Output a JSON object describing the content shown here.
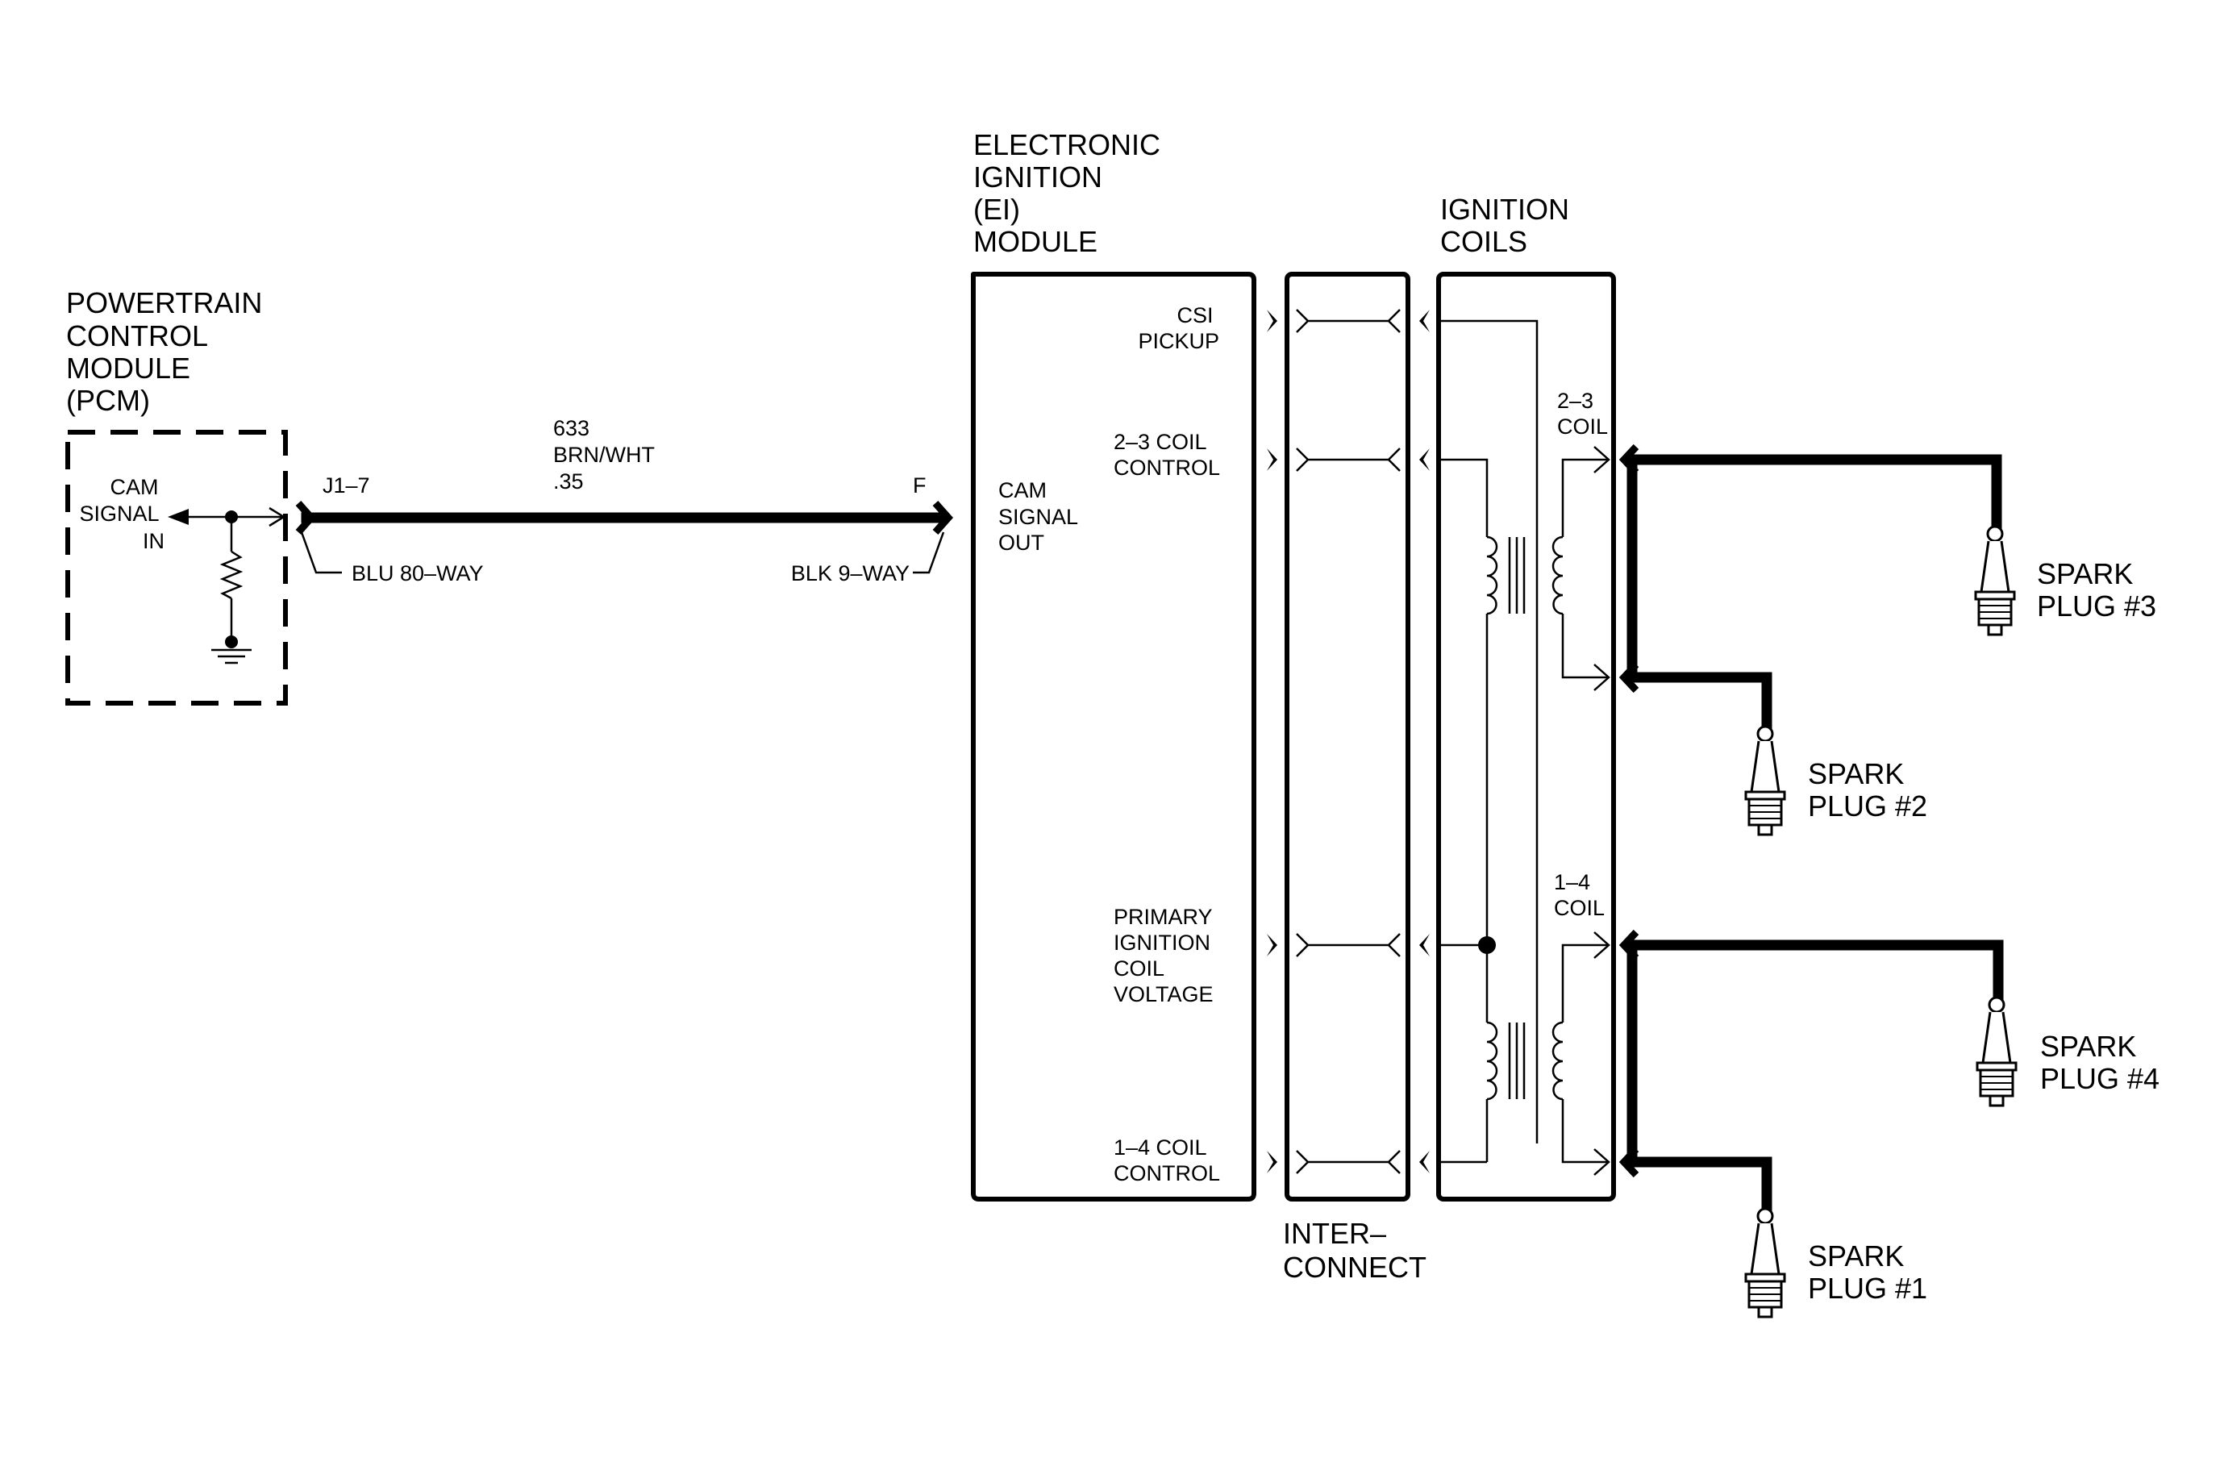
{
  "labels": {
    "pcm": [
      "POWERTRAIN",
      "CONTROL",
      "MODULE",
      "(PCM)"
    ],
    "cam_signal_in": [
      "CAM",
      "SIGNAL",
      "IN"
    ],
    "pin_j1_7": "J1–7",
    "blu_connector": "BLU 80–WAY",
    "wire": [
      "633",
      "BRN/WHT",
      ".35"
    ],
    "pin_f": "F",
    "blk_connector": "BLK 9–WAY",
    "ei_module": [
      "ELECTRONIC",
      "IGNITION",
      "(EI)",
      "MODULE"
    ],
    "cam_signal_out": [
      "CAM",
      "SIGNAL",
      "OUT"
    ],
    "csi_pickup": [
      "CSI",
      "PICKUP"
    ],
    "coil_23_control": [
      "2–3 COIL",
      "CONTROL"
    ],
    "primary_ignition_coil_voltage": [
      "PRIMARY",
      "IGNITION",
      "COIL",
      "VOLTAGE"
    ],
    "coil_14_control": [
      "1–4 COIL",
      "CONTROL"
    ],
    "ignition_coils": [
      "IGNITION",
      "COILS"
    ],
    "coil_23": [
      "2–3",
      "COIL"
    ],
    "coil_14": [
      "1–4",
      "COIL"
    ],
    "interconnect": [
      "INTER–",
      "CONNECT"
    ],
    "spark_plug_3": [
      "SPARK",
      "PLUG #3"
    ],
    "spark_plug_2": [
      "SPARK",
      "PLUG #2"
    ],
    "spark_plug_4": [
      "SPARK",
      "PLUG #4"
    ],
    "spark_plug_1": [
      "SPARK",
      "PLUG #1"
    ]
  }
}
